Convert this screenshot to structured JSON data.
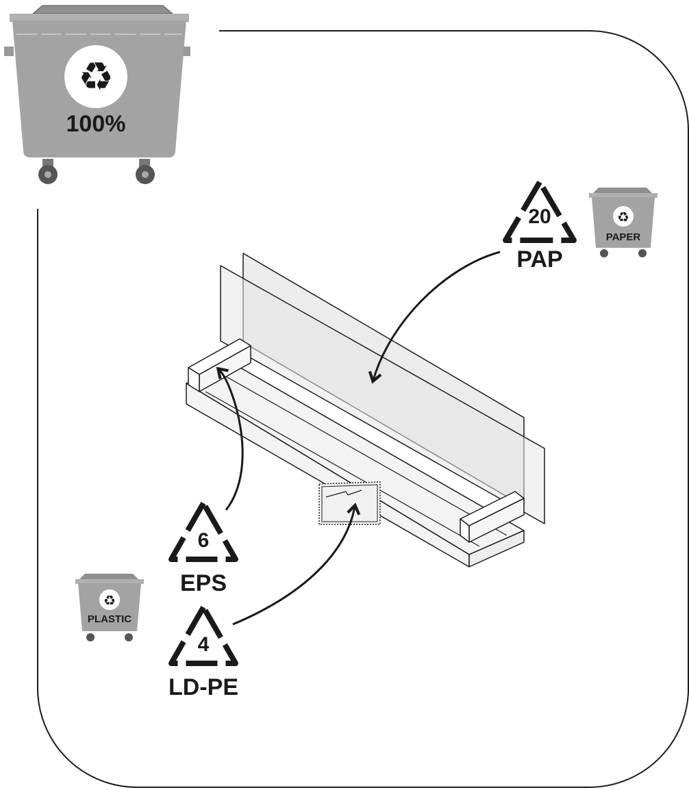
{
  "main_bin": {
    "percent_label": "100%",
    "icon": "recycle-icon",
    "color": "#a3a3a3"
  },
  "bins": {
    "paper": {
      "label": "PAPER",
      "icon": "recycle-icon"
    },
    "plastic": {
      "label": "PLASTIC",
      "icon": "recycle-icon"
    }
  },
  "codes": {
    "paper": {
      "number": "20",
      "abbreviation": "PAP"
    },
    "eps": {
      "number": "6",
      "abbreviation": "EPS"
    },
    "ldpe": {
      "number": "4",
      "abbreviation": "LD-PE"
    }
  },
  "colors": {
    "bin_gray": "#a3a3a3",
    "line": "#1a1a1a",
    "panel_fill": "#ececec"
  }
}
